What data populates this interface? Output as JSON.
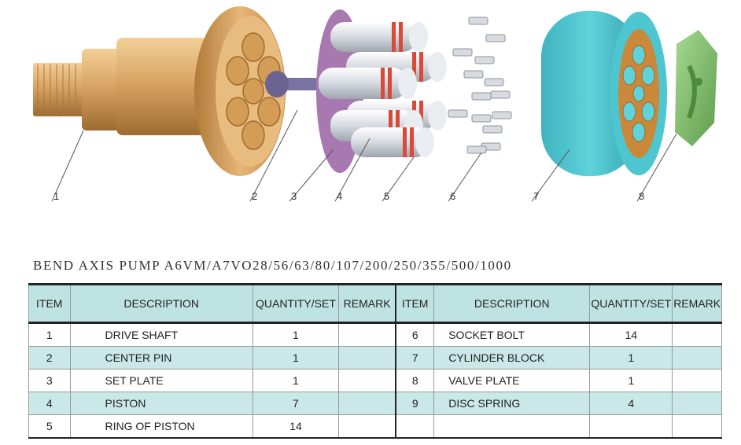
{
  "diagram": {
    "callouts": [
      "1",
      "2",
      "3",
      "4",
      "5",
      "6",
      "7",
      "8"
    ],
    "colors": {
      "shaft": "#d8a564",
      "set_plate": "#a878b0",
      "piston": "#dfe3e8",
      "piston_ring": "#d84a3a",
      "center_pin": "#7a72a0",
      "cylinder_block": "#4ec6d0",
      "cylinder_face": "#c9883a",
      "valve_plate": "#7fc06a"
    }
  },
  "title": "BEND AXIS PUMP A6VM/A7VO28/56/63/80/107/200/250/355/500/1000",
  "table": {
    "headers": [
      "ITEM",
      "DESCRIPTION",
      "QUANTITY/SET",
      "REMARK",
      "ITEM",
      "DESCRIPTION",
      "QUANTITY/SET",
      "REMARK"
    ],
    "rows": [
      {
        "left": {
          "item": "1",
          "description": "DRIVE  SHAFT",
          "qty": "1",
          "remark": ""
        },
        "right": {
          "item": "6",
          "description": "SOCKET BOLT",
          "qty": "14",
          "remark": ""
        }
      },
      {
        "left": {
          "item": "2",
          "description": "CENTER  PIN",
          "qty": "1",
          "remark": ""
        },
        "right": {
          "item": "7",
          "description": "CYLINDER BLOCK",
          "qty": "1",
          "remark": ""
        }
      },
      {
        "left": {
          "item": "3",
          "description": "SET PLATE",
          "qty": "1",
          "remark": ""
        },
        "right": {
          "item": "8",
          "description": "VALVE PLATE",
          "qty": "1",
          "remark": ""
        }
      },
      {
        "left": {
          "item": "4",
          "description": "PISTON",
          "qty": "7",
          "remark": ""
        },
        "right": {
          "item": "9",
          "description": "DISC SPRING",
          "qty": "4",
          "remark": ""
        }
      },
      {
        "left": {
          "item": "5",
          "description": "RING OF PISTON",
          "qty": "14",
          "remark": ""
        },
        "right": {
          "item": "",
          "description": "",
          "qty": "",
          "remark": ""
        }
      }
    ]
  }
}
